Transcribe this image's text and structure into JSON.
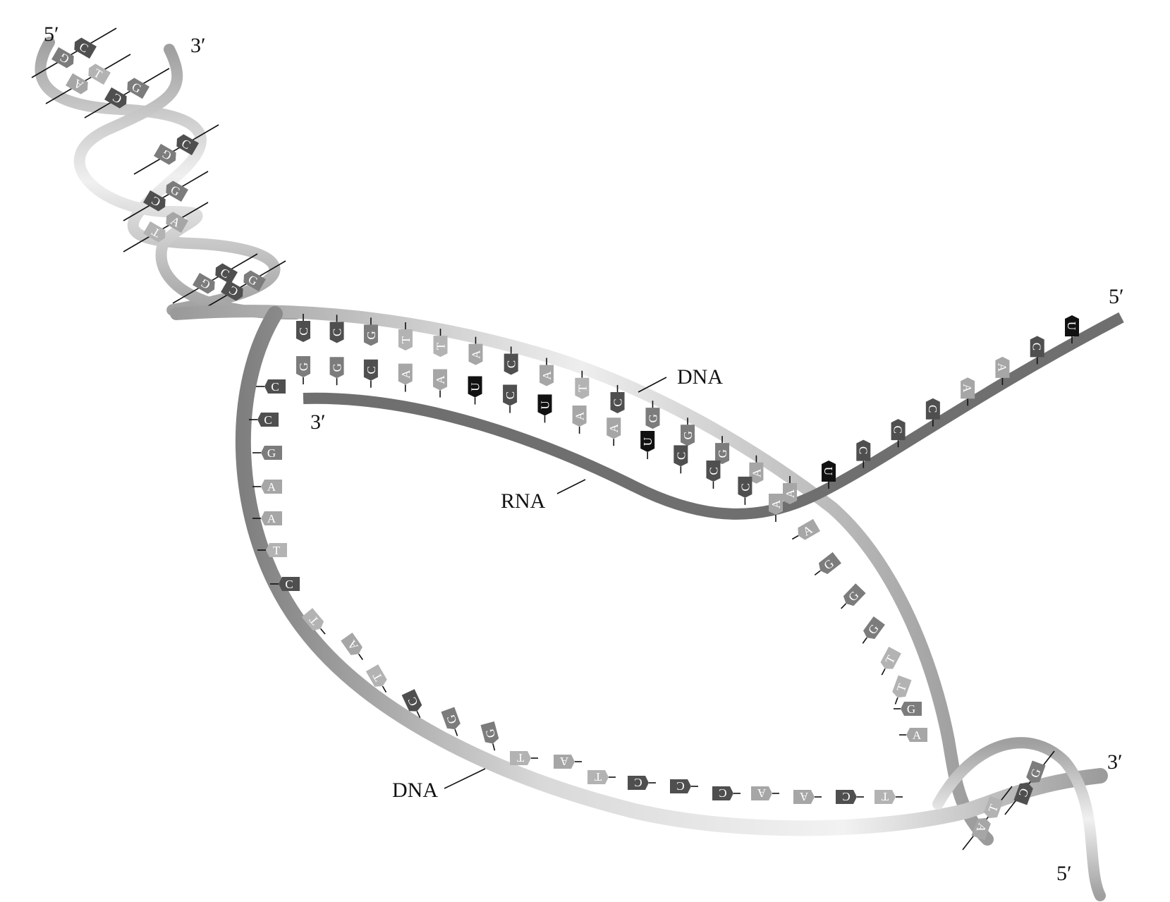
{
  "labels": {
    "top_left_5": "5′",
    "top_left_3": "3′",
    "rna_start_3": "3′",
    "rna_end_5": "5′",
    "bottom_right_3": "3′",
    "bottom_right_5": "5′",
    "dna_upper": "DNA",
    "rna": "RNA",
    "dna_lower": "DNA"
  },
  "helix_left_pairs": [
    [
      "G",
      "C"
    ],
    [
      "A",
      "T"
    ],
    [
      "C",
      "G"
    ],
    [
      "G",
      "C"
    ],
    [
      "C",
      "G"
    ],
    [
      "T",
      "A"
    ],
    [
      "G",
      "C"
    ],
    [
      "C",
      "G"
    ]
  ],
  "template_paired_bases": [
    "C",
    "C",
    "G",
    "T",
    "T",
    "A",
    "C",
    "A",
    "T",
    "C",
    "G",
    "G",
    "G",
    "A",
    "A"
  ],
  "rna_paired_bases": [
    "G",
    "G",
    "C",
    "A",
    "A",
    "U",
    "C",
    "U",
    "A",
    "A",
    "U",
    "C",
    "C",
    "C",
    "A"
  ],
  "rna_tail_bases": [
    "U",
    "C",
    "C",
    "C",
    "A",
    "A",
    "C",
    "U"
  ],
  "template_open_bases": [
    "A",
    "G",
    "G",
    "G",
    "T",
    "T",
    "G",
    "A"
  ],
  "coding_left_bases": [
    "C",
    "C",
    "G",
    "A",
    "A",
    "T",
    "C"
  ],
  "coding_bottom_bases": [
    "T",
    "A",
    "T",
    "C",
    "G",
    "G",
    "T",
    "A",
    "T",
    "C",
    "C",
    "C",
    "A",
    "A",
    "C",
    "T"
  ],
  "helix_right_pairs": [
    [
      "A",
      "T"
    ],
    [
      "C",
      "G"
    ]
  ],
  "colors": {
    "A": "#a6a6a6",
    "T": "#b3b3b3",
    "G": "#7c7c7c",
    "C": "#4f4f4f",
    "U": "#111111",
    "rna_backbone": "#6f6f6f",
    "dna_ribbon_light": "#e6e6e6",
    "dna_ribbon_dark": "#8c8c8c"
  }
}
